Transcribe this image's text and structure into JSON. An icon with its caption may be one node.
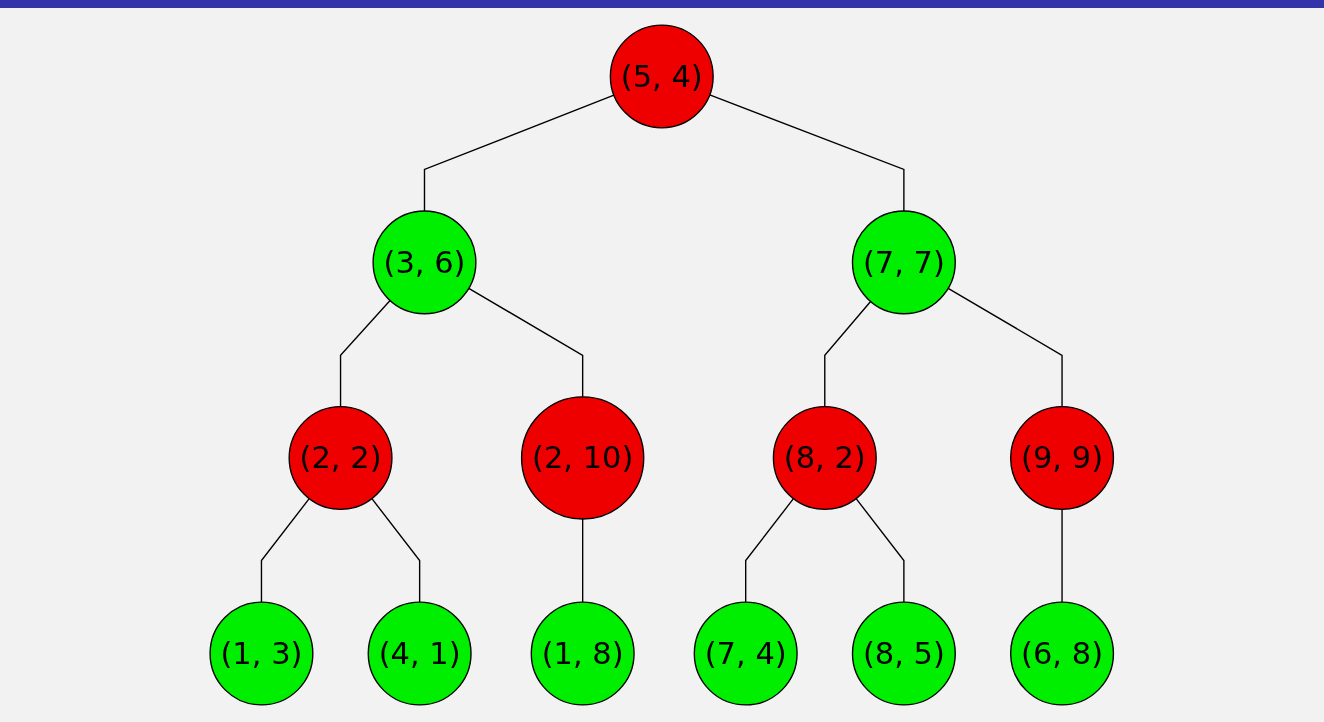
{
  "diagram": {
    "nodes": [
      {
        "text": [
          "(5, 4)"
        ]
      },
      {
        "text": [
          "(3, 6)"
        ]
      },
      {
        "text": [
          "(7, 7)"
        ]
      },
      {
        "text": [
          "(2, 2)"
        ]
      },
      {
        "text": [
          "(2, 10)"
        ]
      },
      {
        "text": [
          "(8, 2)"
        ]
      },
      {
        "text": [
          "(9, 9)"
        ]
      },
      {
        "text": [
          "(1, 3)"
        ]
      },
      {
        "text": [
          "(4, 1)"
        ]
      },
      {
        "text": [
          "(1, 8)"
        ]
      },
      {
        "text": [
          "(7, 4)"
        ]
      },
      {
        "text": [
          "(8, 5)"
        ]
      },
      {
        "text": [
          "(6, 8)"
        ]
      }
    ],
    "edges": [
      {
        "from": 0,
        "to": 1,
        "arrow": "none"
      },
      {
        "from": 0,
        "to": 2,
        "arrow": "none"
      },
      {
        "from": 1,
        "to": 3,
        "arrow": "none"
      },
      {
        "from": 1,
        "to": 4,
        "arrow": "none"
      },
      {
        "from": 2,
        "to": 5,
        "arrow": "none"
      },
      {
        "from": 2,
        "to": 6,
        "arrow": "none"
      },
      {
        "from": 3,
        "to": 7,
        "arrow": "none"
      },
      {
        "from": 3,
        "to": 8,
        "arrow": "none"
      },
      {
        "from": 4,
        "to": 9,
        "arrow": "none"
      },
      {
        "from": 5,
        "to": 10,
        "arrow": "none"
      },
      {
        "from": 5,
        "to": 11,
        "arrow": "none"
      },
      {
        "from": 6,
        "to": 12,
        "arrow": "none"
      }
    ]
  }
}
